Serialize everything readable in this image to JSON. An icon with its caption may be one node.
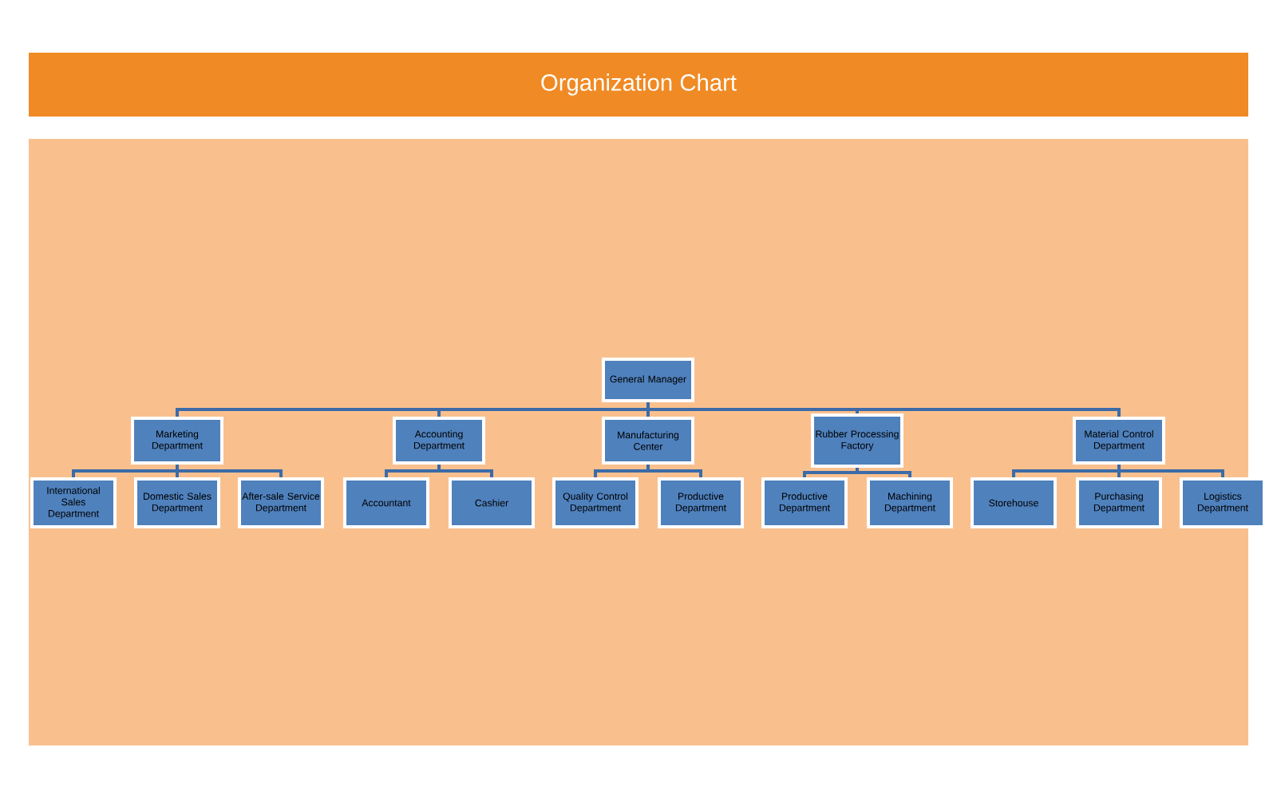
{
  "diagram": {
    "title": "Organization Chart",
    "nodes": [
      {
        "text": [
          "General Manager"
        ]
      },
      {
        "text": [
          "Marketing Department"
        ]
      },
      {
        "text": [
          "Accounting Department"
        ]
      },
      {
        "text": [
          "Manufacturing Center"
        ]
      },
      {
        "text": [
          "Rubber Processing Factory"
        ]
      },
      {
        "text": [
          "Material Control Department"
        ]
      },
      {
        "text": [
          "International Sales Department"
        ]
      },
      {
        "text": [
          "Domestic Sales Department"
        ]
      },
      {
        "text": [
          "After-sale Service Department"
        ]
      },
      {
        "text": [
          "Accountant"
        ]
      },
      {
        "text": [
          "Cashier"
        ]
      },
      {
        "text": [
          "Quality Control Department"
        ]
      },
      {
        "text": [
          "Productive Department"
        ]
      },
      {
        "text": [
          "Productive Department"
        ]
      },
      {
        "text": [
          "Machining Department"
        ]
      },
      {
        "text": [
          "Storehouse"
        ]
      },
      {
        "text": [
          "Purchasing Department"
        ]
      },
      {
        "text": [
          "Logistics Department"
        ]
      }
    ],
    "edges": [
      {
        "from": 0,
        "to": 1,
        "arrow": "none"
      },
      {
        "from": 0,
        "to": 2,
        "arrow": "none"
      },
      {
        "from": 0,
        "to": 3,
        "arrow": "none"
      },
      {
        "from": 0,
        "to": 4,
        "arrow": "none"
      },
      {
        "from": 0,
        "to": 5,
        "arrow": "none"
      },
      {
        "from": 1,
        "to": 6,
        "arrow": "none"
      },
      {
        "from": 1,
        "to": 7,
        "arrow": "none"
      },
      {
        "from": 1,
        "to": 8,
        "arrow": "none"
      },
      {
        "from": 2,
        "to": 9,
        "arrow": "none"
      },
      {
        "from": 2,
        "to": 10,
        "arrow": "none"
      },
      {
        "from": 3,
        "to": 11,
        "arrow": "none"
      },
      {
        "from": 3,
        "to": 12,
        "arrow": "none"
      },
      {
        "from": 4,
        "to": 13,
        "arrow": "none"
      },
      {
        "from": 4,
        "to": 14,
        "arrow": "none"
      },
      {
        "from": 5,
        "to": 15,
        "arrow": "none"
      },
      {
        "from": 5,
        "to": 16,
        "arrow": "none"
      },
      {
        "from": 5,
        "to": 17,
        "arrow": "none"
      }
    ]
  }
}
